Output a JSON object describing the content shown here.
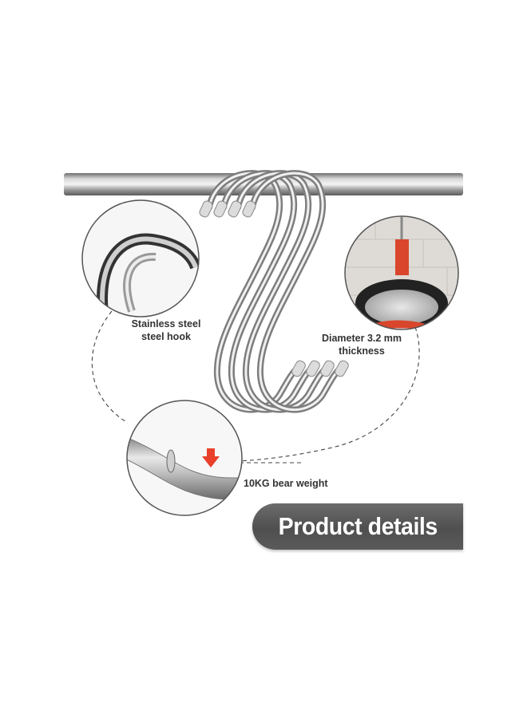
{
  "labels": {
    "stainless": [
      "Stainless steel",
      "steel hook"
    ],
    "diameter": [
      "Diameter 3.2 mm",
      "thickness"
    ],
    "weight": "10KG bear weight"
  },
  "banner": {
    "text": "Product details"
  },
  "colors": {
    "background": "#ffffff",
    "banner": "#5a5a5a",
    "arrow": "#e8402a",
    "hook_strap": "#d9462c"
  },
  "icons": [
    "down-arrow-icon"
  ]
}
